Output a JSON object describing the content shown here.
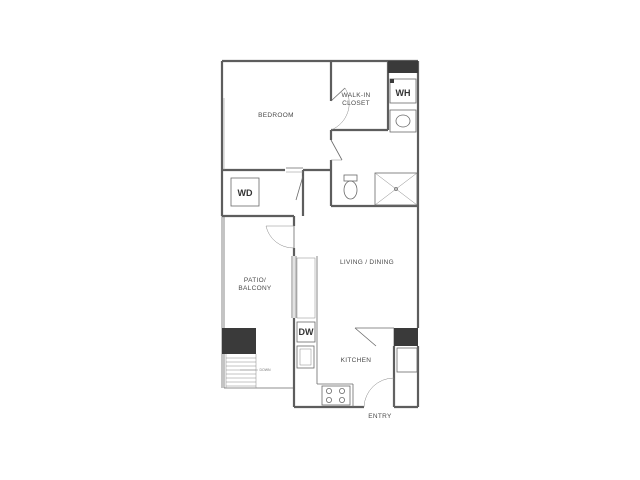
{
  "rooms": {
    "bedroom": "BEDROOM",
    "closet_line1": "WALK-IN",
    "closet_line2": "CLOSET",
    "patio_line1": "PATIO/",
    "patio_line2": "BALCONY",
    "living": "LIVING / DINING",
    "kitchen": "KITCHEN",
    "entry": "ENTRY"
  },
  "appliances": {
    "water_heater": "WH",
    "washer_dryer": "WD",
    "dishwasher": "DW"
  },
  "stair_note": "DOWN"
}
